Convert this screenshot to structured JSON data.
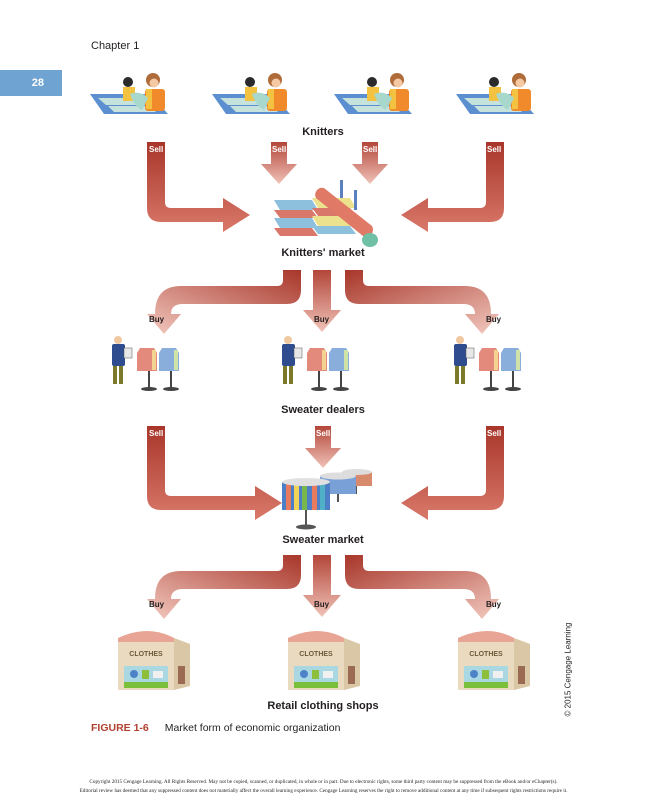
{
  "header": {
    "chapter": "Chapter 1",
    "page_number": "28"
  },
  "diagram": {
    "levels": [
      {
        "label": "Knitters",
        "count": 4,
        "icon": "knitter-icon"
      },
      {
        "label": "Knitters' market",
        "icon": "yarn-market-icon"
      },
      {
        "label": "Sweater dealers",
        "count": 3,
        "icon": "sweater-dealer-icon"
      },
      {
        "label": "Sweater market",
        "icon": "sweater-rack-market-icon"
      },
      {
        "label": "Retail clothing shops",
        "count": 3,
        "icon": "clothing-shop-icon"
      }
    ],
    "arrow_labels": {
      "sell": "Sell",
      "buy": "Buy"
    },
    "shop_sign": "CLOTHES",
    "colors": {
      "arrow_dark": "#a8362a",
      "arrow_light": "#f2c9bf",
      "accent": "#6fa3d2",
      "figure_label": "#b1412f"
    }
  },
  "caption": {
    "figure_number": "FIGURE 1-6",
    "text": "Market form of economic organization"
  },
  "credit": "© 2015 Cengage Learning",
  "footer": {
    "line1": "Copyright 2015 Cengage Learning. All Rights Reserved. May not be copied, scanned, or duplicated, in whole or in part. Due to electronic rights, some third party content may be suppressed from the eBook and/or eChapter(s).",
    "line2": "Editorial review has deemed that any suppressed content does not materially affect the overall learning experience. Cengage Learning reserves the right to remove additional content at any time if subsequent rights restrictions require it."
  }
}
